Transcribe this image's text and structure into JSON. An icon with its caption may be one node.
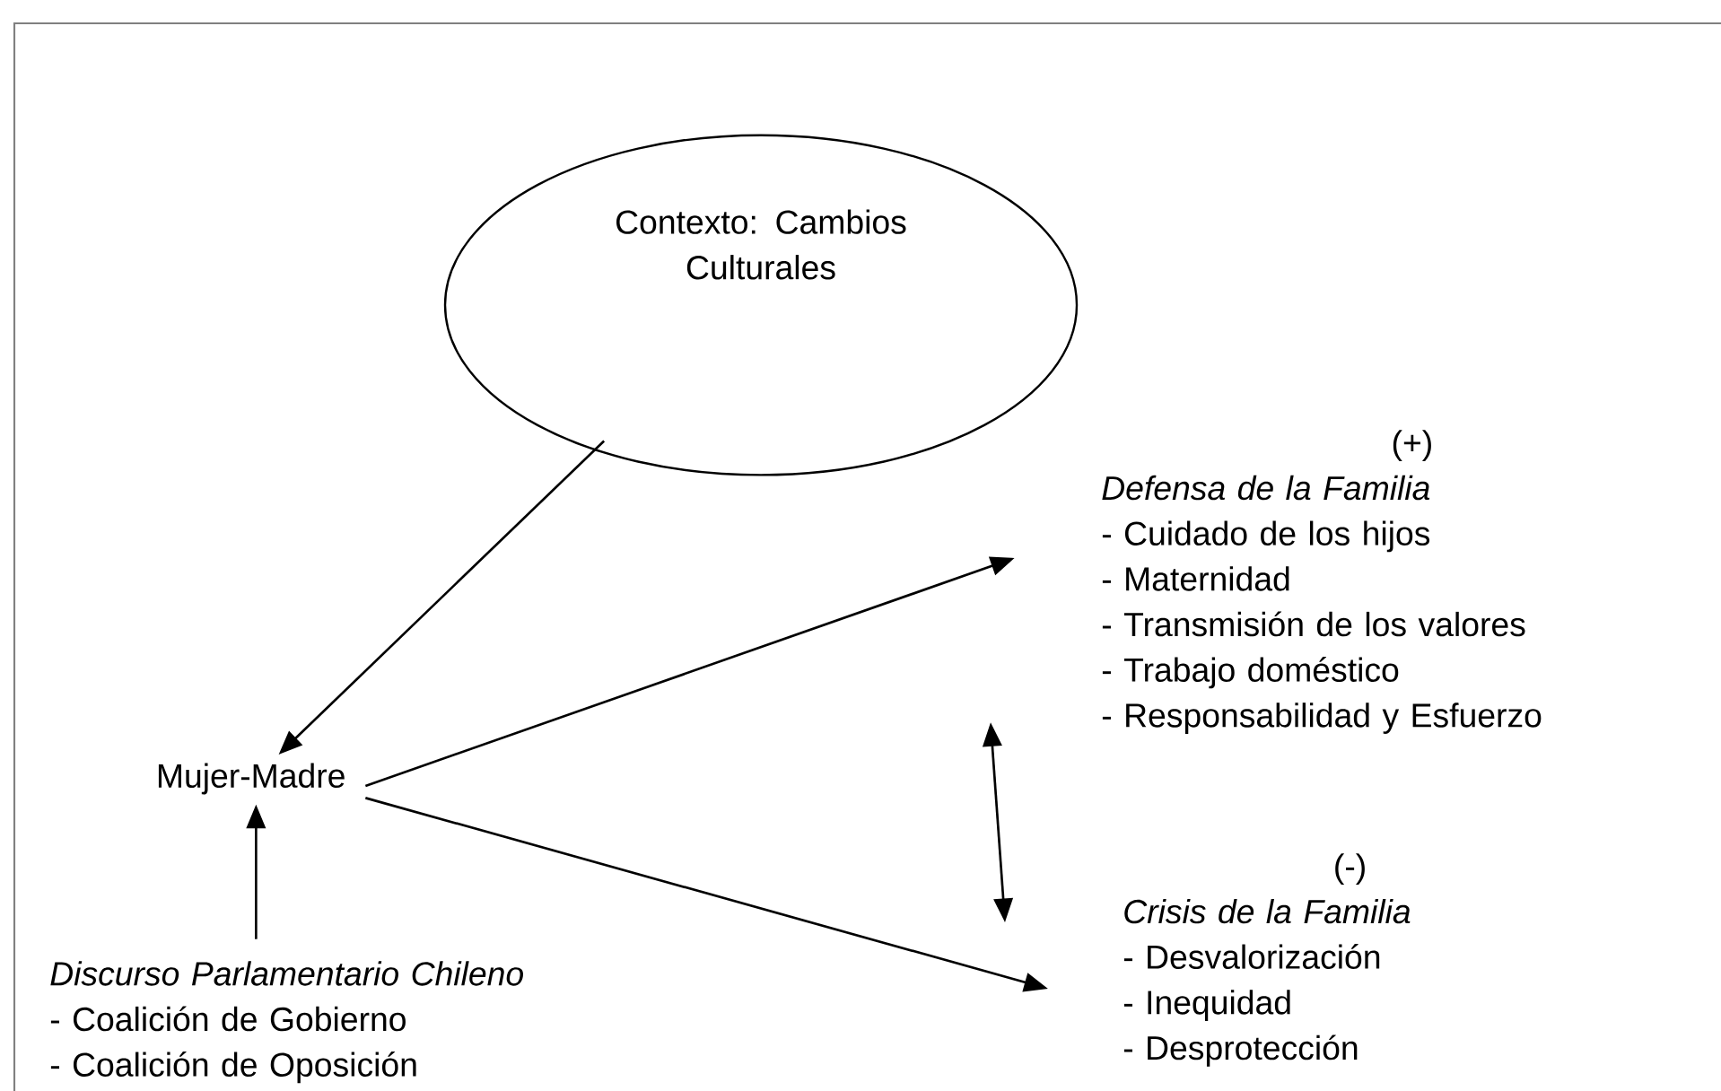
{
  "diagram": {
    "nodes": [
      {
        "text": [
          "Contexto: Cambios Culturales"
        ]
      },
      {
        "text": [
          "Mujer-Madre"
        ]
      },
      {
        "text": [
          "(+)",
          "Defensa de la Familia",
          "- Cuidado de los hijos",
          "- Maternidad",
          "- Transmisión de los valores",
          "- Trabajo doméstico",
          "- Responsabilidad y Esfuerzo"
        ]
      },
      {
        "text": [
          "(-)",
          "Crisis de la Familia",
          "- Desvalorización",
          "- Inequidad",
          "- Desprotección"
        ]
      },
      {
        "text": [
          "Discurso Parlamentario Chileno",
          "- Coalición de Gobierno",
          "- Coalición de Oposición"
        ]
      }
    ],
    "edges": [
      {
        "from": 0,
        "to": 1,
        "arrow": "to"
      },
      {
        "from": 1,
        "to": 2,
        "arrow": "to"
      },
      {
        "from": 1,
        "to": 3,
        "arrow": "to"
      },
      {
        "from": 2,
        "to": 3,
        "arrow": "both"
      },
      {
        "from": 4,
        "to": 1,
        "arrow": "to"
      }
    ]
  }
}
